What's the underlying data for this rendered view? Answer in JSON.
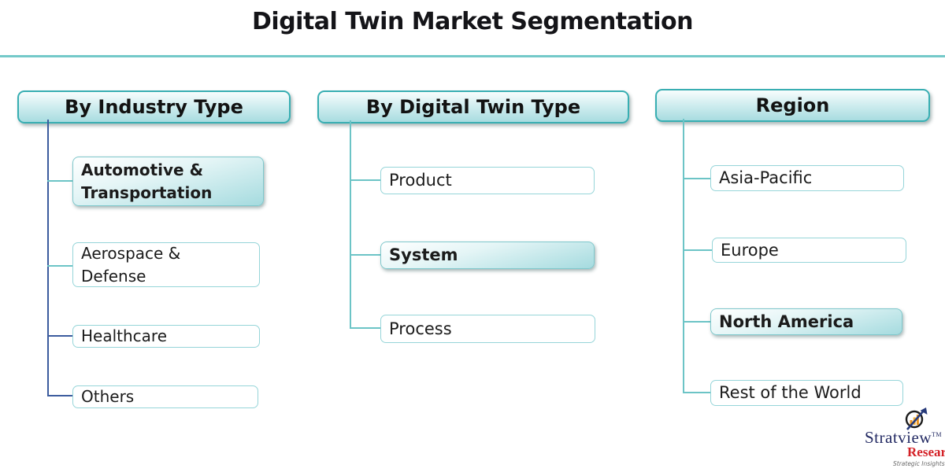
{
  "title": "Digital Twin Market Segmentation",
  "columns": [
    {
      "header": "By Industry Type",
      "items": [
        {
          "label": "Automotive & Transportation",
          "highlighted": true
        },
        {
          "label": "Aerospace & Defense",
          "highlighted": false
        },
        {
          "label": "Healthcare",
          "highlighted": false
        },
        {
          "label": "Others",
          "highlighted": false
        }
      ]
    },
    {
      "header": "By Digital Twin Type",
      "items": [
        {
          "label": "Product",
          "highlighted": false
        },
        {
          "label": "System",
          "highlighted": true
        },
        {
          "label": "Process",
          "highlighted": false
        }
      ]
    },
    {
      "header": "Region",
      "items": [
        {
          "label": "Asia-Pacific",
          "highlighted": false
        },
        {
          "label": "Europe",
          "highlighted": false
        },
        {
          "label": "North America",
          "highlighted": true
        },
        {
          "label": "Rest of the World",
          "highlighted": false
        }
      ]
    }
  ],
  "logo": {
    "brand": "Stratview",
    "trademark": "TM",
    "brand2": "Research",
    "tagline": "Strategic Insights Delivered"
  },
  "colors": {
    "divider_teal": "#74c9c9",
    "box_border_teal": "#38aeb2",
    "box_fill_teal": "#a8dce0",
    "connector_teal": "#6cc4c6",
    "connector_navy": "#3c5c9e",
    "brand_navy": "#232a63",
    "brand_red": "#d42127"
  }
}
